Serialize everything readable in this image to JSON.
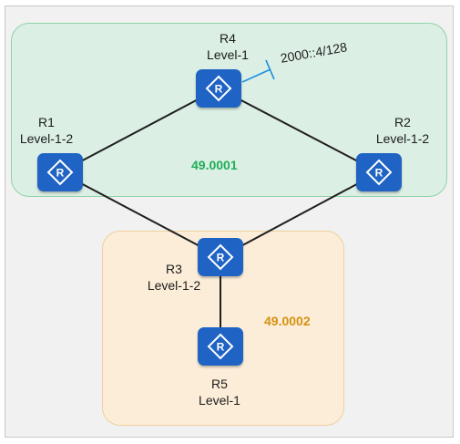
{
  "areas": [
    {
      "id": "49.0001",
      "color": "#1fae57"
    },
    {
      "id": "49.0002",
      "color": "#d4920f"
    }
  ],
  "routers": {
    "r4": {
      "name": "R4",
      "level": "Level-1"
    },
    "r1": {
      "name": "R1",
      "level": "Level-1-2"
    },
    "r2": {
      "name": "R2",
      "level": "Level-1-2"
    },
    "r3": {
      "name": "R3",
      "level": "Level-1-2"
    },
    "r5": {
      "name": "R5",
      "level": "Level-1"
    }
  },
  "prefix": "2000::4/128",
  "icon": "router-icon",
  "colors": {
    "router": "#1f63c4",
    "link": "#1e1e1e",
    "prefix_marker": "#1f8fe0"
  }
}
